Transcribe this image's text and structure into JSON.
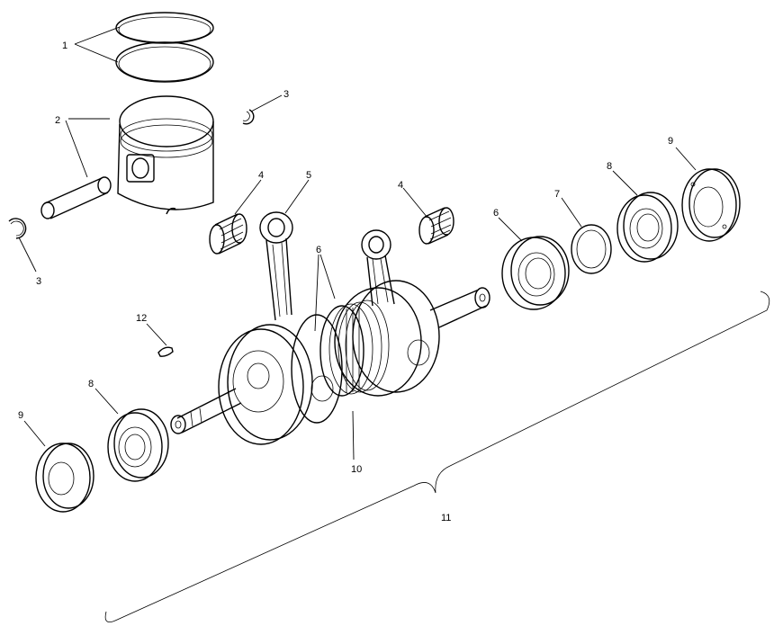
{
  "callouts": {
    "c1": "1",
    "c2": "2",
    "c3a": "3",
    "c3b": "3",
    "c4a": "4",
    "c4b": "4",
    "c5": "5",
    "c6a": "6",
    "c6b": "6",
    "c7": "7",
    "c8a": "8",
    "c8b": "8",
    "c9a": "9",
    "c9b": "9",
    "c10": "10",
    "c11": "11",
    "c12": "12"
  }
}
